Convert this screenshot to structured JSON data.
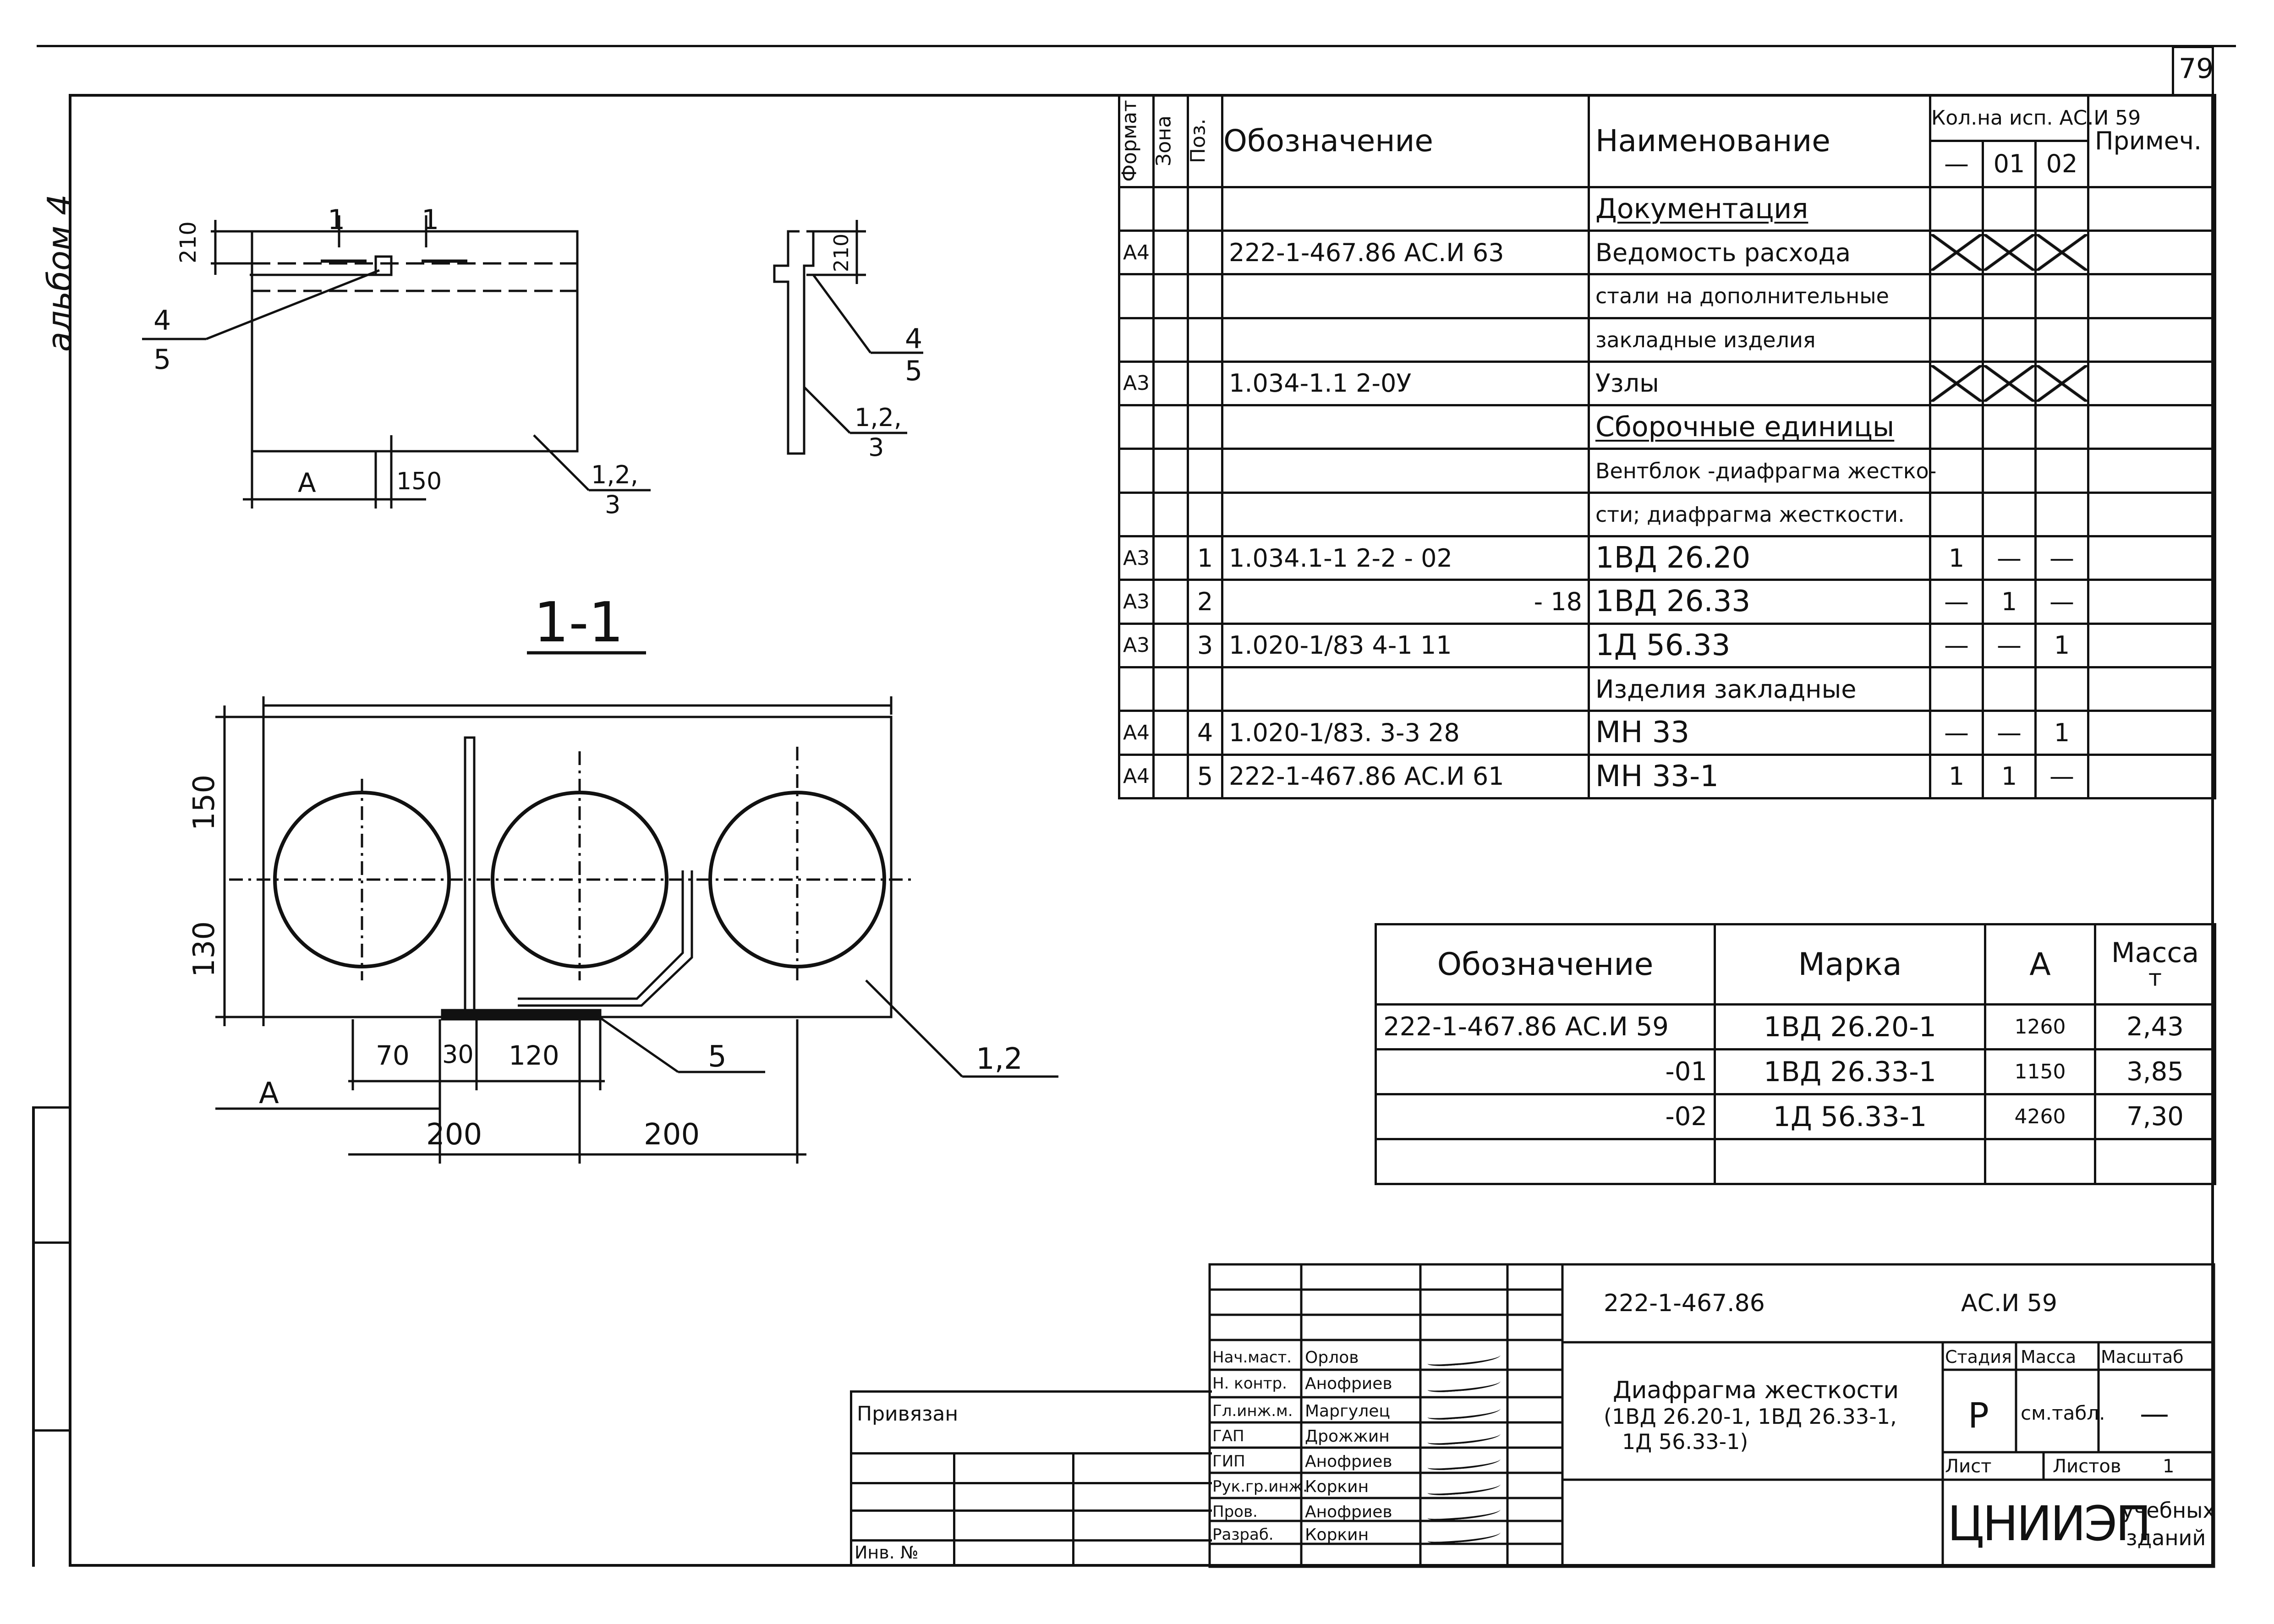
{
  "sheet": {
    "page_number": "79",
    "album_label": "альбом 4"
  },
  "drawing": {
    "top_view": {
      "section_marks": [
        "1",
        "1"
      ],
      "dim_210": "210",
      "dim_a": "А",
      "dim_150": "150",
      "callout_4_5": [
        "4",
        "5"
      ],
      "callout_123": [
        "1,2,",
        "3"
      ]
    },
    "side_view": {
      "dim_210": "210",
      "callout_4_5": [
        "4",
        "5"
      ],
      "callout_123": [
        "1,2,",
        "3"
      ]
    },
    "section": {
      "title": "1-1",
      "dim_150": "150",
      "dim_130": "130",
      "dims_bottom": [
        "70",
        "30",
        "120"
      ],
      "dims_200": [
        "200",
        "200"
      ],
      "dim_a": "А",
      "callout_5": "5",
      "callout_12": "1,2"
    }
  },
  "spec": {
    "headers": {
      "format": "Формат",
      "zone": "Зона",
      "pos": "Поз.",
      "designation": "Обозначение",
      "name": "Наименование",
      "qty_group": "Кол.на исп. АС.И 59",
      "qty_cols": [
        "—",
        "01",
        "02"
      ],
      "note": "Примеч."
    },
    "rows": [
      {
        "format": "",
        "pos": "",
        "designation": "",
        "name": "Документация",
        "section": true,
        "qty": [
          "",
          "",
          ""
        ]
      },
      {
        "format": "А4",
        "pos": "",
        "designation": "222-1-467.86   АС.И 63",
        "name": "Ведомость расхода",
        "qty": [
          "X",
          "X",
          "X"
        ]
      },
      {
        "format": "",
        "pos": "",
        "designation": "",
        "name": "стали на дополнительные",
        "qty": [
          "",
          "",
          ""
        ]
      },
      {
        "format": "",
        "pos": "",
        "designation": "",
        "name": "закладные изделия",
        "qty": [
          "",
          "",
          ""
        ]
      },
      {
        "format": "А3",
        "pos": "",
        "designation": "1.034-1.1 2-0У",
        "name": "Узлы",
        "qty": [
          "X",
          "X",
          "X"
        ]
      },
      {
        "format": "",
        "pos": "",
        "designation": "",
        "name": "Сборочные единицы",
        "section": true,
        "qty": [
          "",
          "",
          ""
        ]
      },
      {
        "format": "",
        "pos": "",
        "designation": "",
        "name": "Вентблок -диафрагма жестко-",
        "qty": [
          "",
          "",
          ""
        ]
      },
      {
        "format": "",
        "pos": "",
        "designation": "",
        "name": "сти; диафрагма жесткости.",
        "qty": [
          "",
          "",
          ""
        ]
      },
      {
        "format": "А3",
        "pos": "1",
        "designation": "1.034.1-1  2-2 - 02",
        "name": "1ВД 26.20",
        "qty": [
          "1",
          "—",
          "—"
        ]
      },
      {
        "format": "А3",
        "pos": "2",
        "designation": "- 18",
        "name": "1ВД 26.33",
        "qty": [
          "—",
          "1",
          "—"
        ]
      },
      {
        "format": "А3",
        "pos": "3",
        "designation": "1.020-1/83  4-1  11",
        "name": "1Д 56.33",
        "qty": [
          "—",
          "—",
          "1"
        ]
      },
      {
        "format": "",
        "pos": "",
        "designation": "",
        "name": "Изделия закладные",
        "qty": [
          "",
          "",
          ""
        ]
      },
      {
        "format": "А4",
        "pos": "4",
        "designation": "1.020-1/83.  3-3  28",
        "name": "МН 33",
        "qty": [
          "—",
          "—",
          "1"
        ]
      },
      {
        "format": "А4",
        "pos": "5",
        "designation": "222-1-467.86     АС.И 61",
        "name": "МН 33-1",
        "qty": [
          "1",
          "1",
          "—"
        ]
      }
    ]
  },
  "variants": {
    "headers": {
      "designation": "Обозначение",
      "mark": "Марка",
      "a": "А",
      "mass": "Масса",
      "mass_unit": "т"
    },
    "rows": [
      {
        "designation": "222-1-467.86   АС.И 59",
        "mark": "1ВД 26.20-1",
        "a": "1260",
        "mass": "2,43"
      },
      {
        "designation": "-01",
        "mark": "1ВД 26.33-1",
        "a": "1150",
        "mass": "3,85"
      },
      {
        "designation": "-02",
        "mark": "1Д 56.33-1",
        "a": "4260",
        "mass": "7,30"
      },
      {
        "designation": "",
        "mark": "",
        "a": "",
        "mass": ""
      }
    ]
  },
  "title_block": {
    "doc_code": "222-1-467.86",
    "doc_sheet_code": "АС.И 59",
    "title_lines": [
      "Диафрагма жесткости",
      "(1ВД 26.20-1, 1ВД 26.33-1,",
      "1Д 56.33-1)"
    ],
    "stage_label": "Стадия",
    "mass_label": "Масса",
    "scale_label": "Масштаб",
    "stage_value": "Р",
    "mass_value": "см.табл.",
    "scale_value": "—",
    "sheet_label": "Лист",
    "sheets_label": "Листов",
    "sheets_value": "1",
    "org_name": "ЦНИИЭП",
    "org_sub": [
      "учебных",
      "зданий"
    ],
    "linked_label": "Привязан",
    "inv_label": "Инв. №",
    "signatures": [
      {
        "role": "Нач.маст.",
        "name": "Орлов"
      },
      {
        "role": "Н. контр.",
        "name": "Анофриев"
      },
      {
        "role": "Гл.инж.м.",
        "name": "Маргулец"
      },
      {
        "role": "ГАП",
        "name": "Дрожжин"
      },
      {
        "role": "ГИП",
        "name": "Анофриев"
      },
      {
        "role": "Рук.гр.инж.",
        "name": "Коркин"
      },
      {
        "role": "Пров.",
        "name": "Анофриев"
      },
      {
        "role": "Разраб.",
        "name": "Коркин"
      }
    ]
  }
}
